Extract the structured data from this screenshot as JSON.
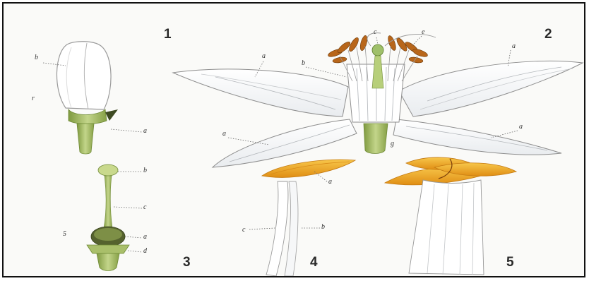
{
  "figure_numbers": [
    "1",
    "2",
    "3",
    "4",
    "5"
  ],
  "figure1": {
    "labels": [
      "b",
      "r",
      "a"
    ]
  },
  "figure2": {
    "labels": [
      "c",
      "e",
      "a",
      "b",
      "a",
      "a",
      "a",
      "g"
    ]
  },
  "figure3": {
    "labels": [
      "b",
      "c",
      "5",
      "a",
      "d"
    ]
  },
  "figure4": {
    "labels": [
      "a",
      "c",
      "b"
    ]
  },
  "colors": {
    "stem_green": "#a9bf6a",
    "anther_orange": "#f0a826",
    "petal_white": "#ffffff",
    "outline": "#8e8e8e"
  }
}
